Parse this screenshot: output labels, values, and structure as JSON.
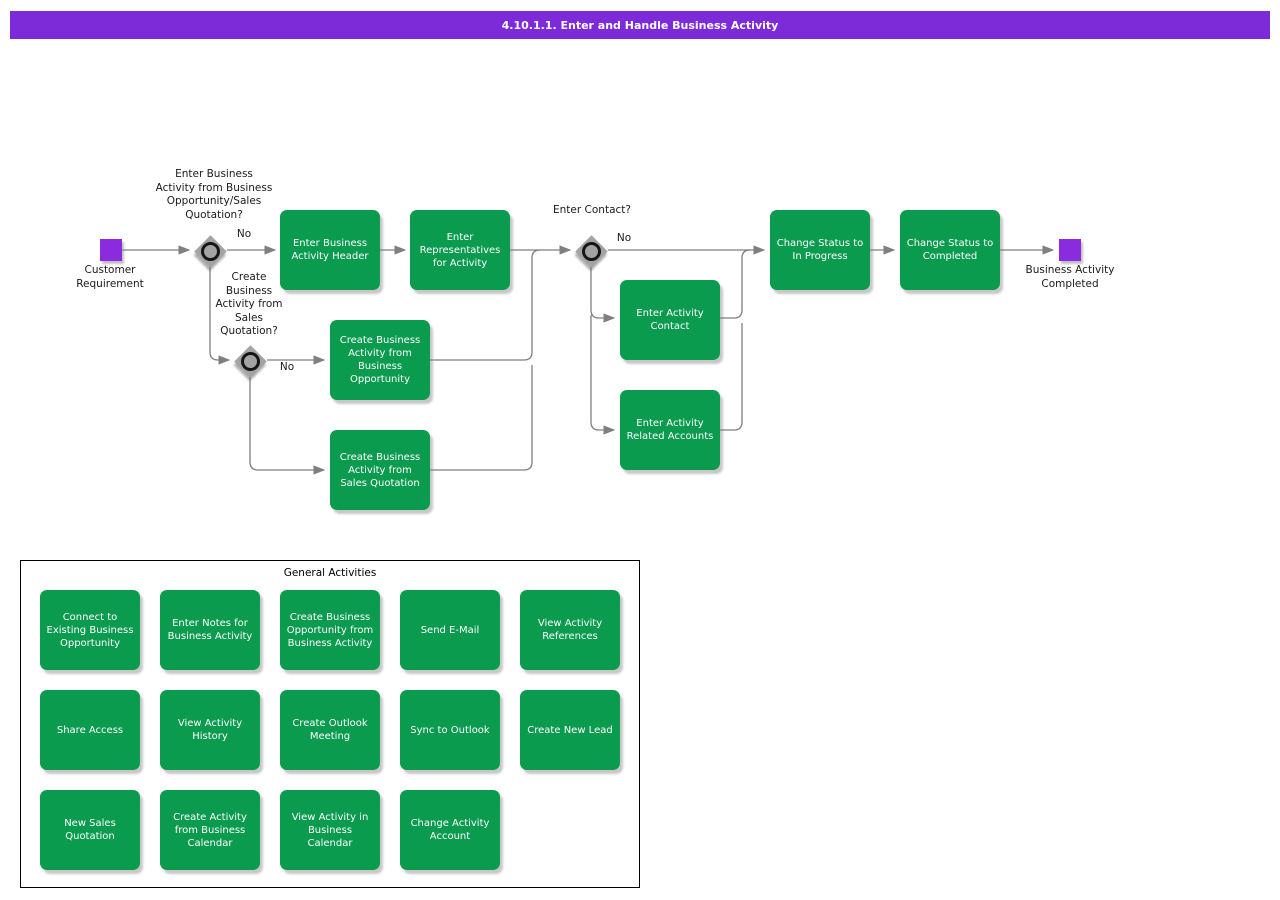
{
  "title": "4.10.1.1. Enter and Handle Business Activity",
  "colors": {
    "title_bar_bg": "#7d2ad8",
    "activity_green": "#0a9b4e",
    "event_purple": "#8a2bdf",
    "connector_gray": "#7f7f7f",
    "gateway_gray": "#a3a3a3",
    "text_white": "#ffffff",
    "text_black": "#1a1a1a"
  },
  "start_event": {
    "label": "Customer Requirement"
  },
  "end_event": {
    "label": "Business Activity Completed"
  },
  "decisions": [
    {
      "question": "Enter Business Activity from Business Opportunity/Sales Quotation?",
      "no_label": "No"
    },
    {
      "question": "Create Business Activity from Sales Quotation?",
      "no_label": "No"
    },
    {
      "question": "Enter Contact?",
      "no_label": "No"
    }
  ],
  "activities": [
    {
      "label": "Enter Business Activity Header"
    },
    {
      "label": "Enter Representatives for Activity"
    },
    {
      "label": "Create Business Activity from Business Opportunity"
    },
    {
      "label": "Create Business Activity from Sales Quotation"
    },
    {
      "label": "Enter Activity Contact"
    },
    {
      "label": "Enter Activity Related Accounts"
    },
    {
      "label": "Change Status to In Progress"
    },
    {
      "label": "Change Status to Completed"
    }
  ],
  "general_activities": {
    "title": "General Activities",
    "items": [
      {
        "label": "Connect to Existing Business Opportunity"
      },
      {
        "label": "Enter Notes for Business Activity"
      },
      {
        "label": "Create Business Opportunity from Business Activity"
      },
      {
        "label": "Send E-Mail"
      },
      {
        "label": "View Activity References"
      },
      {
        "label": "Share Access"
      },
      {
        "label": "View Activity History"
      },
      {
        "label": "Create Outlook Meeting"
      },
      {
        "label": "Sync to Outlook"
      },
      {
        "label": "Create New Lead"
      },
      {
        "label": "New Sales Quotation"
      },
      {
        "label": "Create Activity from Business Calendar"
      },
      {
        "label": "View Activity in Business Calendar"
      },
      {
        "label": "Change Activity Account"
      }
    ]
  }
}
